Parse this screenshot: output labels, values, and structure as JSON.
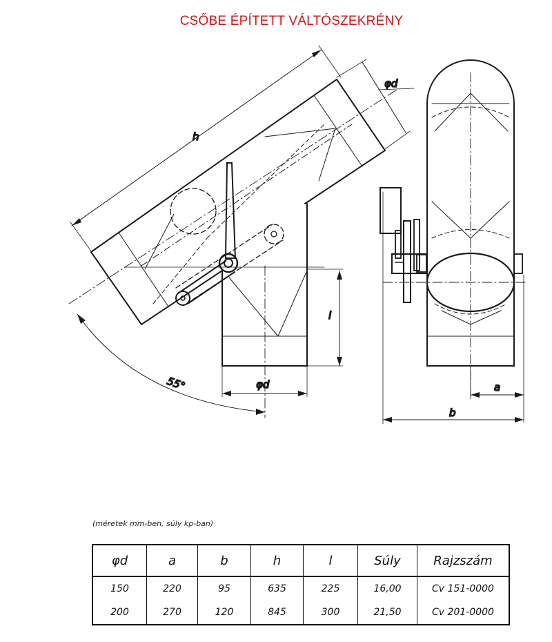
{
  "title": "CSŐBE ÉPÍTETT VÁLTÓSZEKRÉNY",
  "drawing": {
    "labels": {
      "h": "h",
      "phi_d_top": "φd",
      "phi_d_bottom": "φd",
      "l": "l",
      "angle": "55°",
      "a": "a",
      "b": "b"
    }
  },
  "units_note": "(méretek mm-ben, súly kp-ban)",
  "table": {
    "headers": [
      "φd",
      "a",
      "b",
      "h",
      "l",
      "Súly",
      "Rajzszám"
    ],
    "rows": [
      [
        "150",
        "220",
        "95",
        "635",
        "225",
        "16,00",
        "Cv 151-0000"
      ],
      [
        "200",
        "270",
        "120",
        "845",
        "300",
        "21,50",
        "Cv 201-0000"
      ]
    ]
  }
}
